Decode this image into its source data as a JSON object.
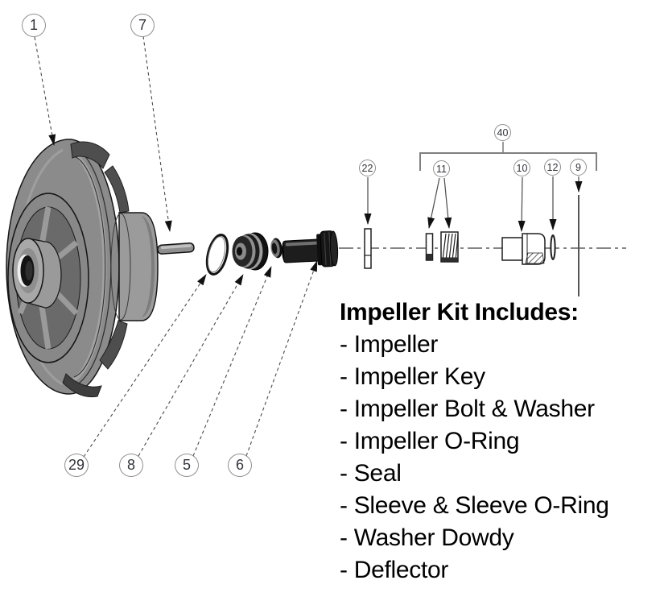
{
  "callouts": {
    "impeller": "1",
    "key": "7",
    "oring": "29",
    "seal": "8",
    "washer": "5",
    "bolt": "6",
    "deflector": "22",
    "seal_pair": "11",
    "sleeve": "10",
    "sleeve_oring": "12",
    "shaft": "9",
    "kit_group": "40"
  },
  "kit": {
    "title": "Impeller Kit Includes:",
    "items": [
      "- Impeller",
      "- Impeller Key",
      "- Impeller Bolt & Washer",
      "- Impeller O-Ring",
      "- Seal",
      "- Sleeve & Sleeve O-Ring",
      "- Washer Dowdy",
      "- Deflector"
    ]
  },
  "colors": {
    "background": "#ffffff",
    "line_art": "#1f1f1f",
    "leader_line": "#4a4a4a",
    "metal_light": "#a8a8a8",
    "metal_mid": "#8b8b8b",
    "metal_dark": "#4e4e4e",
    "part_black": "#161616",
    "callout_border": "#8f8f8f",
    "callout_text": "#32343a"
  }
}
